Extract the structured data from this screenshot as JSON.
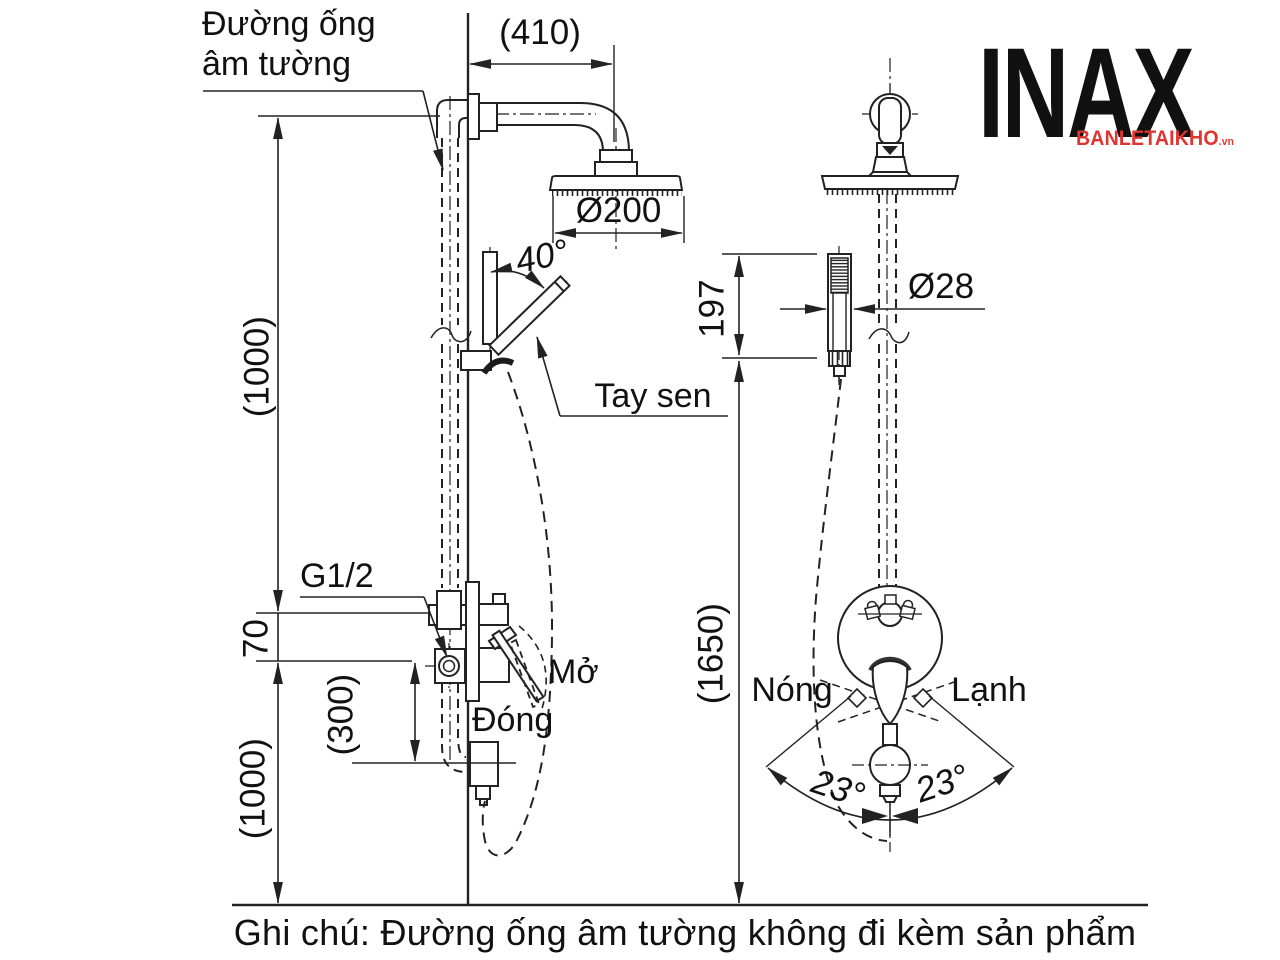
{
  "logo": {
    "brand": "INAX",
    "retailer": "BANLETAIKHO",
    "retailer_suffix": ".vn",
    "retailer_color": "#e03431"
  },
  "labels": {
    "concealed_pipe_line1": "Đường ống",
    "concealed_pipe_line2": "âm tường",
    "hand_shower": "Tay sen",
    "thread": "G1/2",
    "open": "Mở",
    "close": "Đóng",
    "hot": "Nóng",
    "cold": "Lạnh"
  },
  "dimensions": {
    "arm_reach": "(410)",
    "head_diameter": "Ø200",
    "hand_shower_angle": "40°",
    "upper_height": "(1000)",
    "valve_offset": "70",
    "spout_drop": "(300)",
    "lower_height": "(1000)",
    "hand_shower_length": "197",
    "hand_shower_diameter": "Ø28",
    "total_height": "(1650)",
    "swing_left": "23°",
    "swing_right": "23°"
  },
  "note": "Ghi chú: Đường ống âm tường không đi kèm sản phẩm",
  "colors": {
    "line": "#222222",
    "text": "#111111",
    "logo_red": "#e03431"
  }
}
